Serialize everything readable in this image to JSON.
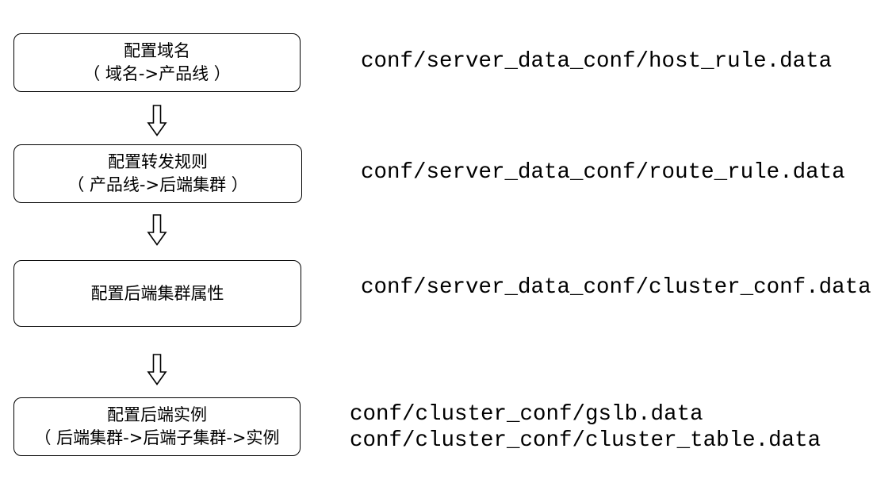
{
  "steps": [
    {
      "title": "配置域名",
      "subtitle": "（ 域名->产品线 ）",
      "files": [
        "conf/server_data_conf/host_rule.data"
      ]
    },
    {
      "title": "配置转发规则",
      "subtitle": "（ 产品线->后端集群 ）",
      "files": [
        "conf/server_data_conf/route_rule.data"
      ]
    },
    {
      "title": "配置后端集群属性",
      "subtitle": "",
      "files": [
        "conf/server_data_conf/cluster_conf.data"
      ]
    },
    {
      "title": "配置后端实例",
      "subtitle": "（ 后端集群->后端子集群->实例",
      "files": [
        "conf/cluster_conf/gslb.data",
        "conf/cluster_conf/cluster_table.data"
      ]
    }
  ]
}
